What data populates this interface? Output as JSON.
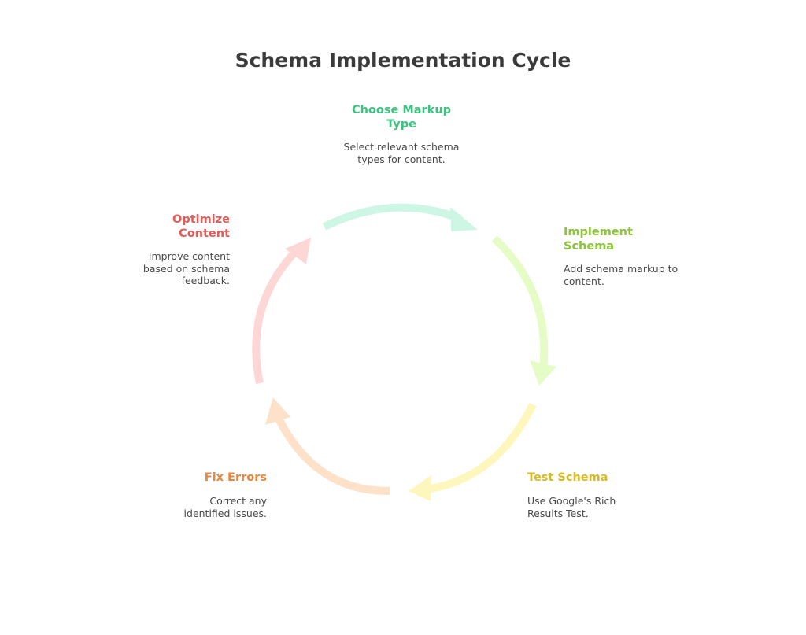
{
  "title": "Schema Implementation Cycle",
  "steps": [
    {
      "title": "Choose Markup Type",
      "description": "Select relevant schema types for content.",
      "color": "#3bc47f",
      "arrow_color": "#cdf7e4"
    },
    {
      "title": "Implement Schema",
      "description": "Add schema markup to content.",
      "color": "#8cc43a",
      "arrow_color": "#e6fcc7"
    },
    {
      "title": "Test Schema",
      "description": "Use Google's Rich Results Test.",
      "color": "#d9bb1f",
      "arrow_color": "#fdf7bd"
    },
    {
      "title": "Fix Errors",
      "description": "Correct any identified issues.",
      "color": "#e8863a",
      "arrow_color": "#fde1c8"
    },
    {
      "title": "Optimize Content",
      "description": "Improve content based on schema feedback.",
      "color": "#e85a55",
      "arrow_color": "#fdd7d5"
    }
  ]
}
